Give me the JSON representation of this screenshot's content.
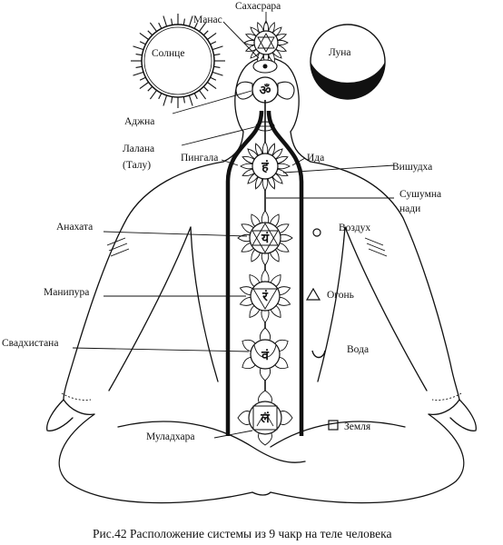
{
  "labels": {
    "sahasrara": "Сахасрара",
    "manas": "Манас",
    "sun": "Солнце",
    "moon": "Луна",
    "ajna": "Аджна",
    "lalana_1": "Лалана",
    "lalana_2": "(Талу)",
    "pingala": "Пингала",
    "ida": "Ида",
    "vishuddha": "Вишудха",
    "sushumna_1": "Сушумна",
    "sushumna_2": "нади",
    "anahata": "Анахата",
    "air": "Воздух",
    "manipura": "Манипура",
    "fire": "Огонь",
    "svadhisthana": "Свадхистана",
    "water": "Вода",
    "earth": "Земля",
    "muladhara": "Муладхара"
  },
  "syllables": {
    "ajna": "ॐ",
    "vishuddha": "हं",
    "anahata": "यं",
    "manipura": "रं",
    "svadhisthana": "वं",
    "muladhara": "लं"
  },
  "caption": "Рис.42  Расположение системы из 9 чакр на теле человека"
}
